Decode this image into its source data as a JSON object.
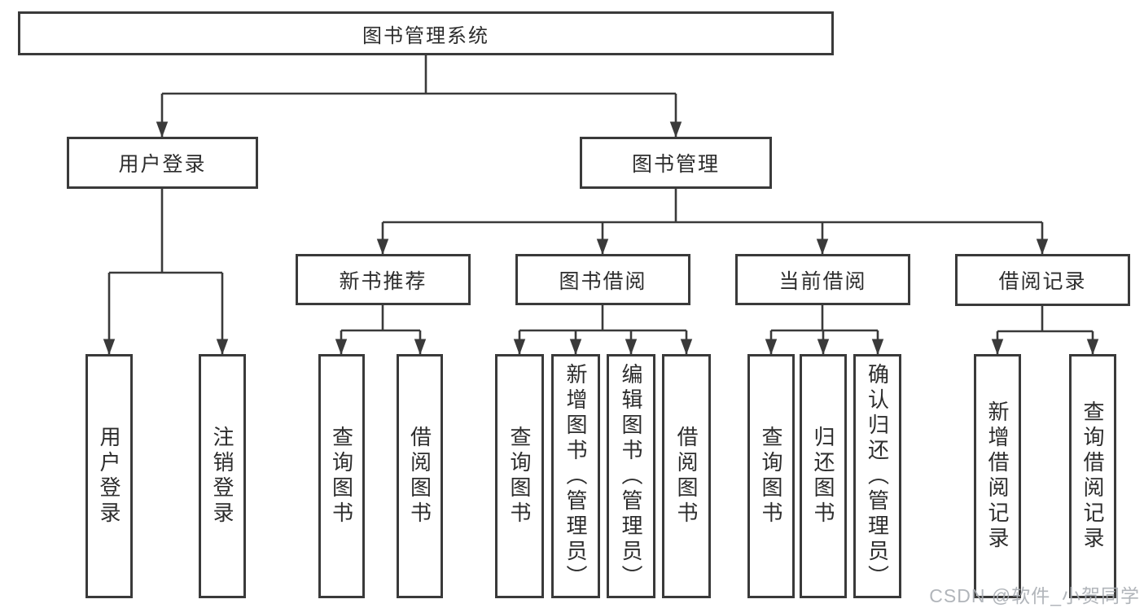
{
  "diagram": {
    "root": {
      "label": "图书管理系统"
    },
    "level2": [
      {
        "label": "用户登录"
      },
      {
        "label": "图书管理"
      }
    ],
    "level3": [
      {
        "label": "新书推荐"
      },
      {
        "label": "图书借阅"
      },
      {
        "label": "当前借阅"
      },
      {
        "label": "借阅记录"
      }
    ],
    "leaves_user_login": [
      {
        "label": "用户登录"
      },
      {
        "label": "注销登录"
      }
    ],
    "leaves_new_book": [
      {
        "label": "查询图书"
      },
      {
        "label": "借阅图书"
      }
    ],
    "leaves_book_borrow": [
      {
        "label": "查询图书"
      },
      {
        "label": "新增图书（管理员）"
      },
      {
        "label": "编辑图书（管理员）"
      },
      {
        "label": "借阅图书"
      }
    ],
    "leaves_current_borrow": [
      {
        "label": "查询图书"
      },
      {
        "label": "归还图书"
      },
      {
        "label": "确认归还（管理员）"
      }
    ],
    "leaves_borrow_record": [
      {
        "label": "新增借阅记录"
      },
      {
        "label": "查询借阅记录"
      }
    ]
  },
  "watermark": {
    "text": "CSDN @软件_小贺同学"
  },
  "colors": {
    "line": "#3a3a3a",
    "text": "#2d2d2d",
    "box_background": "#ffffff",
    "watermark": "#a8adb3"
  }
}
